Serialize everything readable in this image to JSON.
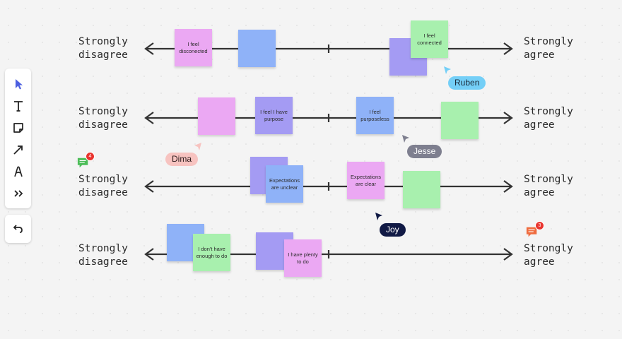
{
  "scale": {
    "left_label": "Strongly\ndisagree",
    "right_label": "Strongly\nagree"
  },
  "rows": [
    {
      "notes": [
        {
          "text": "I feel disconected",
          "color": "pink"
        },
        {
          "text": "",
          "color": "blue"
        },
        {
          "text": "",
          "color": "purple"
        },
        {
          "text": "I feel connected",
          "color": "green"
        }
      ]
    },
    {
      "notes": [
        {
          "text": "",
          "color": "pink"
        },
        {
          "text": "I feel I have purpose",
          "color": "purple"
        },
        {
          "text": "I feel purposeless",
          "color": "blue"
        },
        {
          "text": "",
          "color": "green"
        }
      ]
    },
    {
      "notes": [
        {
          "text": "",
          "color": "purple"
        },
        {
          "text": "Expectations are unclear",
          "color": "blue"
        },
        {
          "text": "Expectations are clear",
          "color": "pink"
        },
        {
          "text": "",
          "color": "green"
        }
      ]
    },
    {
      "notes": [
        {
          "text": "",
          "color": "blue"
        },
        {
          "text": "I don't have enough to do",
          "color": "green"
        },
        {
          "text": "",
          "color": "purple"
        },
        {
          "text": "I have plenty to do",
          "color": "pink"
        }
      ]
    }
  ],
  "cursors": [
    {
      "name": "Ruben",
      "color": "#74cff7",
      "text_color": "#1b2b3a"
    },
    {
      "name": "Jesse",
      "color": "#7e7f8f",
      "text_color": "#ffffff"
    },
    {
      "name": "Dima",
      "color": "#f7c3c0",
      "text_color": "#2a1a1a"
    },
    {
      "name": "Joy",
      "color": "#111a45",
      "text_color": "#ffffff"
    }
  ],
  "comments": [
    {
      "count": "4",
      "color": "#4cbd58"
    },
    {
      "count": "3",
      "color": "#ef6c3f"
    }
  ],
  "toolbar": {
    "tools": [
      "select-icon",
      "text-icon",
      "sticky-note-icon",
      "arrow-icon",
      "pen-icon",
      "more-icon"
    ],
    "undo": "undo-icon"
  }
}
